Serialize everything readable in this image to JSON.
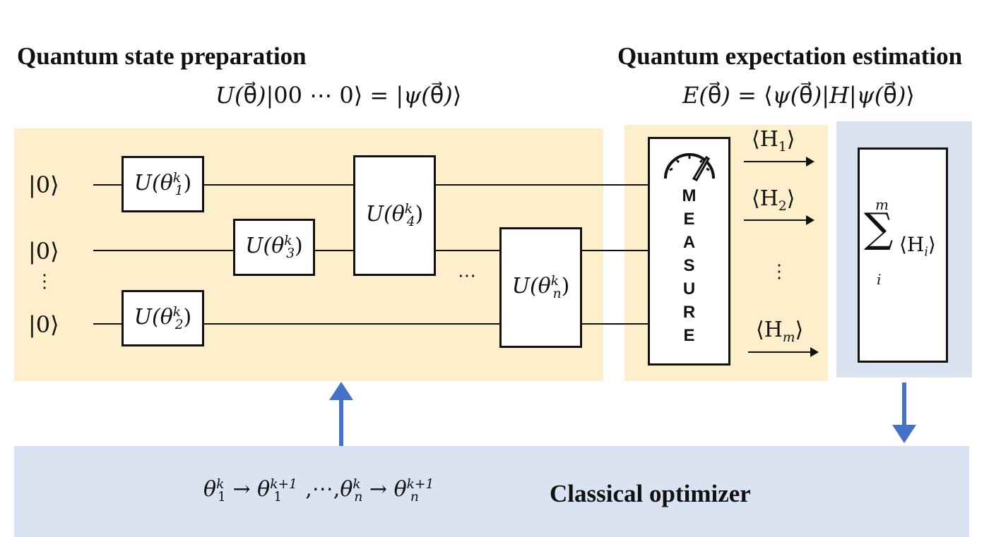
{
  "titles": {
    "state_prep": "Quantum state preparation",
    "expectation": "Quantum expectation estimation",
    "optimizer": "Classical optimizer"
  },
  "equations": {
    "state_prep": "U(θ⃗)|00⋯0⟩ = |ψ(θ⃗)⟩",
    "expectation": "E(θ⃗) = ⟨ψ(θ⃗)|H|ψ(θ⃗)⟩",
    "optimizer_update": "θ1^k → θ1^(k+1), ⋯, θn^k → θn^(k+1)"
  },
  "qubits": [
    "|0⟩",
    "|0⟩",
    "⋮",
    "|0⟩"
  ],
  "gates": [
    {
      "id": "g1",
      "base": "U(θ",
      "sup": "k",
      "sub": "1",
      "close": ")"
    },
    {
      "id": "g2",
      "base": "U(θ",
      "sup": "k",
      "sub": "2",
      "close": ")"
    },
    {
      "id": "g3",
      "base": "U(θ",
      "sup": "k",
      "sub": "3",
      "close": ")"
    },
    {
      "id": "g4",
      "base": "U(θ",
      "sup": "k",
      "sub": "4",
      "close": ")"
    },
    {
      "id": "gn",
      "base": "U(θ",
      "sup": "k",
      "sub": "n",
      "close": ")"
    }
  ],
  "circuit_ellipsis": "⋯",
  "measure_label": [
    "M",
    "E",
    "A",
    "S",
    "U",
    "R",
    "E"
  ],
  "observables": [
    {
      "base": "⟨H",
      "sub": "1",
      "close": "⟩"
    },
    {
      "base": "⟨H",
      "sub": "2",
      "close": "⟩"
    },
    {
      "base": "⟨H",
      "sub": "m",
      "close": "⟩"
    }
  ],
  "observables_ellipsis": "⋮",
  "sum": {
    "symbol": "∑",
    "upper": "m",
    "lower": "i",
    "term_base": "⟨H",
    "term_sub": "i",
    "term_close": "⟩"
  },
  "colors": {
    "yellow_panel": "#fdefcc",
    "blue_panel": "#dae3f2",
    "arrow_blue": "#4472c4"
  }
}
